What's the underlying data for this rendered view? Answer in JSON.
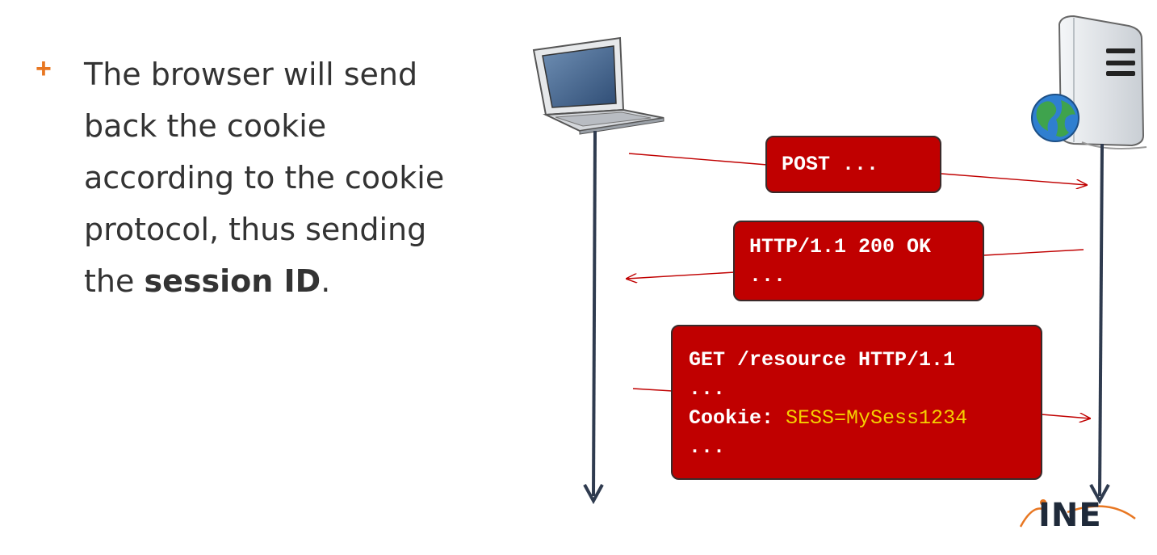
{
  "bullet": {
    "line1": "The browser will send",
    "line2": "back the cookie",
    "line3": "according to the cookie",
    "line4": "protocol, thus sending",
    "line5_prefix": "the ",
    "line5_bold": "session ID",
    "line5_suffix": "."
  },
  "messages": {
    "post": {
      "line1": "POST ..."
    },
    "ok": {
      "line1": "HTTP/1.1 200 OK",
      "line2": "..."
    },
    "get": {
      "line1": "GET /resource HTTP/1.1",
      "line2": "...",
      "cookie_label": "Cookie: ",
      "cookie_value": "SESS=MySess1234",
      "line4": "..."
    }
  },
  "logo": {
    "text": "INE"
  },
  "colors": {
    "accent": "#e87722",
    "message_fill": "#c00000",
    "cookie_value": "#f5d000",
    "arrow": "#c00000",
    "timeline": "#2f3b4f"
  },
  "icons": {
    "client": "laptop-icon",
    "server": "web-server-icon",
    "globe": "globe-icon"
  }
}
